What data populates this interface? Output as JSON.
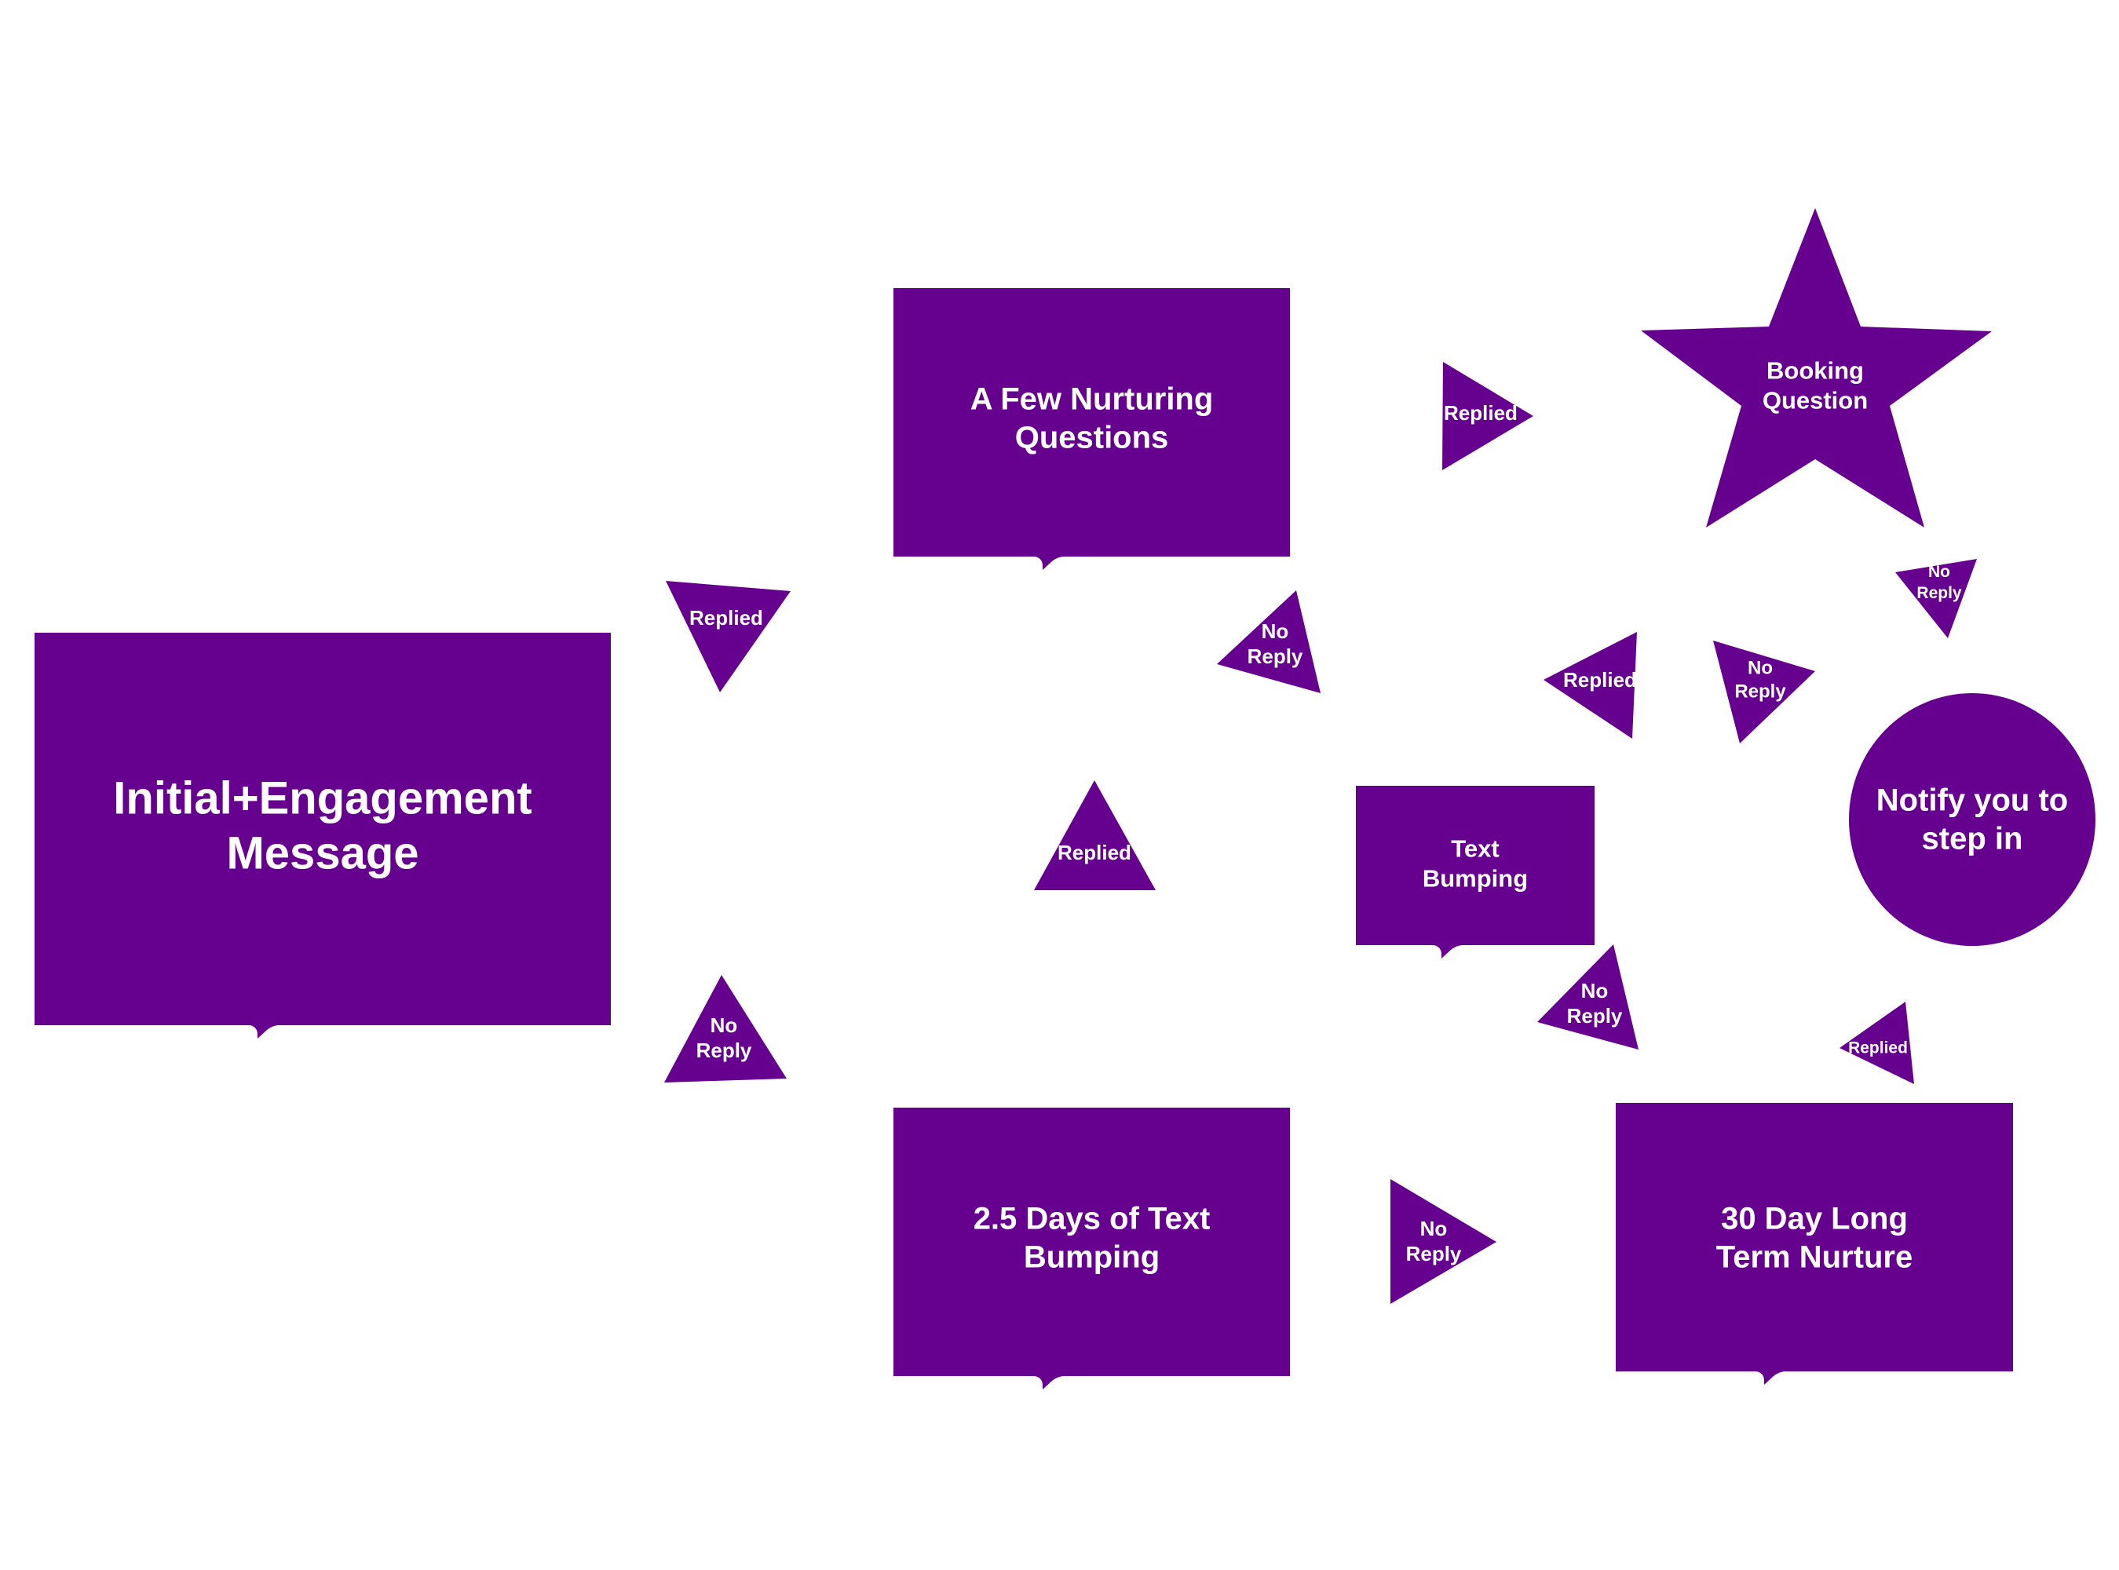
{
  "diagram": {
    "title": "",
    "colors": {
      "shape_fill": "#66008f",
      "text": "#ffffff",
      "background": "#ffffff"
    },
    "nodes": [
      {
        "id": "initial",
        "shape": "callout-rectangle",
        "lines": [
          "Initial+Engagement",
          "Message"
        ]
      },
      {
        "id": "nurturing",
        "shape": "callout-rectangle",
        "lines": [
          "A Few Nurturing",
          "Questions"
        ]
      },
      {
        "id": "booking",
        "shape": "star",
        "lines": [
          "Booking",
          "Question"
        ]
      },
      {
        "id": "text-bumping",
        "shape": "callout-rectangle",
        "lines": [
          "Text",
          "Bumping"
        ]
      },
      {
        "id": "notify",
        "shape": "circle",
        "lines": [
          "Notify you to",
          "step in"
        ]
      },
      {
        "id": "days-bumping",
        "shape": "callout-rectangle",
        "lines": [
          "2.5 Days of Text",
          "Bumping"
        ]
      },
      {
        "id": "long-term",
        "shape": "callout-rectangle",
        "lines": [
          "30 Day Long",
          "Term Nurture"
        ]
      }
    ],
    "edges": [
      {
        "id": "e1",
        "from": "initial",
        "to": "nurturing",
        "shape": "triangle",
        "lines": [
          "Replied"
        ]
      },
      {
        "id": "e2",
        "from": "initial",
        "to": "days-bumping",
        "shape": "triangle",
        "lines": [
          "No",
          "Reply"
        ]
      },
      {
        "id": "e3",
        "from": "days-bumping",
        "to": "nurturing",
        "shape": "triangle",
        "lines": [
          "Replied"
        ]
      },
      {
        "id": "e4",
        "from": "nurturing",
        "to": "text-bumping",
        "shape": "triangle",
        "lines": [
          "No",
          "Reply"
        ]
      },
      {
        "id": "e5",
        "from": "nurturing",
        "to": "booking",
        "shape": "triangle",
        "lines": [
          "Replied"
        ]
      },
      {
        "id": "e6",
        "from": "text-bumping",
        "to": "booking",
        "shape": "triangle",
        "lines": [
          "Replied"
        ]
      },
      {
        "id": "e7",
        "from": "booking",
        "to": "text-bumping",
        "shape": "triangle",
        "lines": [
          "No",
          "Reply"
        ]
      },
      {
        "id": "e8",
        "from": "booking",
        "to": "notify",
        "shape": "triangle",
        "lines": [
          "No",
          "Reply"
        ]
      },
      {
        "id": "e9",
        "from": "text-bumping",
        "to": "long-term",
        "shape": "triangle",
        "lines": [
          "No",
          "Reply"
        ]
      },
      {
        "id": "e10",
        "from": "long-term",
        "to": "notify",
        "shape": "triangle",
        "lines": [
          "Replied"
        ]
      },
      {
        "id": "e11",
        "from": "days-bumping",
        "to": "long-term",
        "shape": "triangle",
        "lines": [
          "No",
          "Reply"
        ]
      }
    ]
  }
}
